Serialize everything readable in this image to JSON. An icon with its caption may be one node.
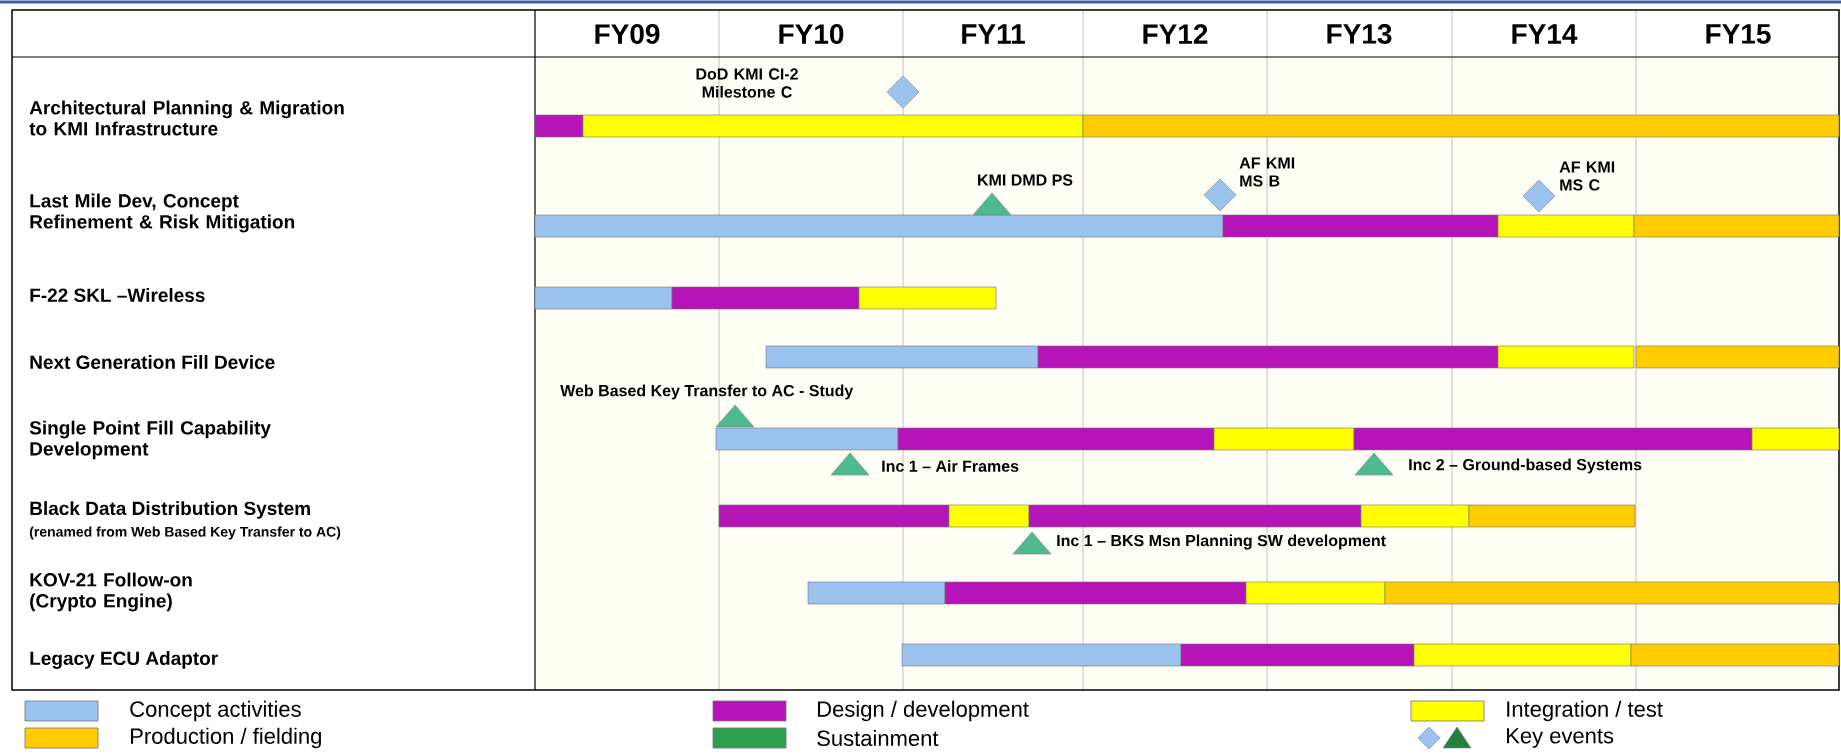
{
  "diagram": {
    "labels": [
      "FY09",
      "FY10",
      "FY11",
      "FY12",
      "FY13",
      "FY14",
      "FY15",
      "Architectural Planning & Migration to KMI Infrastructure",
      "Last Mile Dev, Concept Refinement & Risk Mitigation",
      "F-22 SKL –Wireless",
      "Next Generation Fill Device",
      "Single Point Fill Capability Development",
      "Black Data Distribution System",
      "(renamed from Web Based Key Transfer to AC)",
      "KOV-21 Follow-on (Crypto Engine)",
      "Legacy ECU Adaptor",
      "DoD KMI CI-2 Milestone C",
      "AF KMI MS B",
      "KMI DMD PS",
      "AF KMI MS C",
      "Web Based Key Transfer to AC - Study",
      "Inc 1 – Air Frames",
      "Inc 2 – Ground-based Systems",
      "Inc 1 – BKS Msn Planning SW development"
    ],
    "legend": [
      {
        "text": "Concept activities",
        "color": "#9cc3f0"
      },
      {
        "text": "Design / development",
        "color": "#b414b8"
      },
      {
        "text": "Integration / test",
        "color": "#ffff00"
      },
      {
        "text": "Production / fielding",
        "color": "#ffcc00"
      },
      {
        "text": "Sustainment",
        "color": "#2ca04c"
      },
      {
        "text": "Key events"
      }
    ]
  }
}
